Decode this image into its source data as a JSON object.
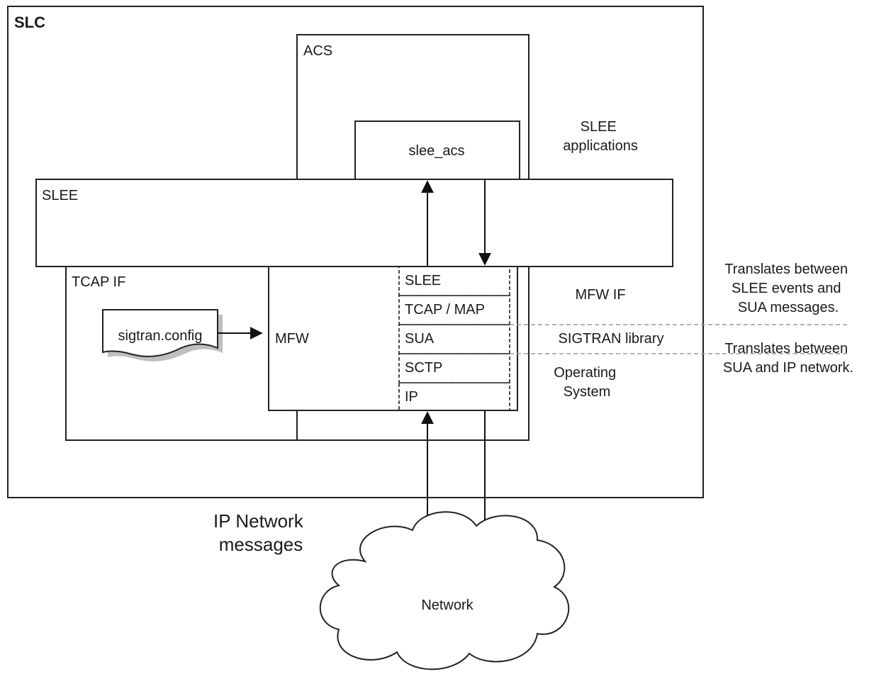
{
  "slc_label": "SLC",
  "acs_label": "ACS",
  "slee_acs_label": "slee_acs",
  "slee_applications": [
    "SLEE",
    "applications"
  ],
  "slee_label": "SLEE",
  "tcap_if_label": "TCAP IF",
  "sigtran_config_label": "sigtran.config",
  "mfw_label": "MFW",
  "stack_layers": [
    "SLEE",
    "TCAP / MAP",
    "SUA",
    "SCTP",
    "IP"
  ],
  "mfw_if_label": "MFW IF",
  "sigtran_library_label": "SIGTRAN library",
  "operating_system": [
    "Operating",
    "System"
  ],
  "note_slee_sua": [
    "Translates between",
    "SLEE events and",
    "SUA messages."
  ],
  "note_sua_ip": [
    "Translates between",
    "SUA and IP network."
  ],
  "ip_network_messages": [
    "IP Network",
    "messages"
  ],
  "network_label": "Network"
}
